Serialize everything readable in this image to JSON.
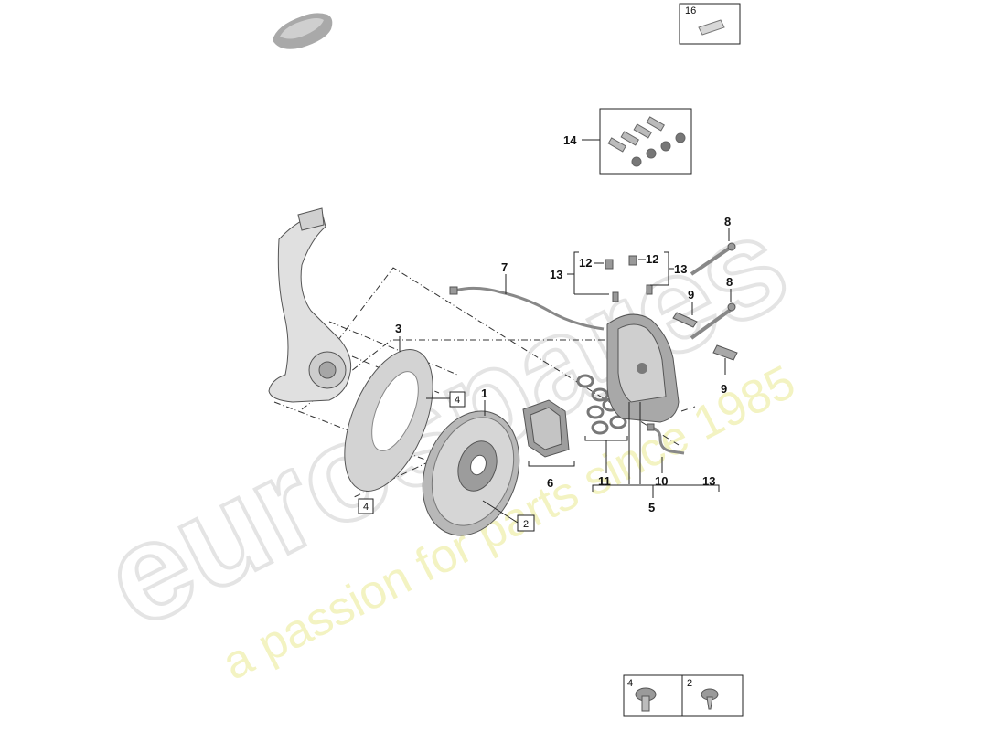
{
  "watermark": {
    "brand": "eurospares",
    "tagline": "a passion for parts since 1985"
  },
  "callouts": {
    "c1": "1",
    "c2": "2",
    "c3": "3",
    "c4a": "4",
    "c4b": "4",
    "c5": "5",
    "c6": "6",
    "c7": "7",
    "c8a": "8",
    "c8b": "8",
    "c9a": "9",
    "c9b": "9",
    "c10": "10",
    "c11": "11",
    "c12a": "12",
    "c12b": "12",
    "c13a": "13",
    "c13b": "13",
    "c13c": "13",
    "c14": "14",
    "c16": "16"
  },
  "bottom_boxes": [
    {
      "label": "4",
      "icon": "bolt-flange-icon"
    },
    {
      "label": "2",
      "icon": "screw-icon"
    }
  ],
  "colors": {
    "watermark": "#e6e6e6",
    "tagline": "#f1f1b8",
    "part_fill": "#c9c9c9",
    "part_dark": "#8a8a8a"
  }
}
